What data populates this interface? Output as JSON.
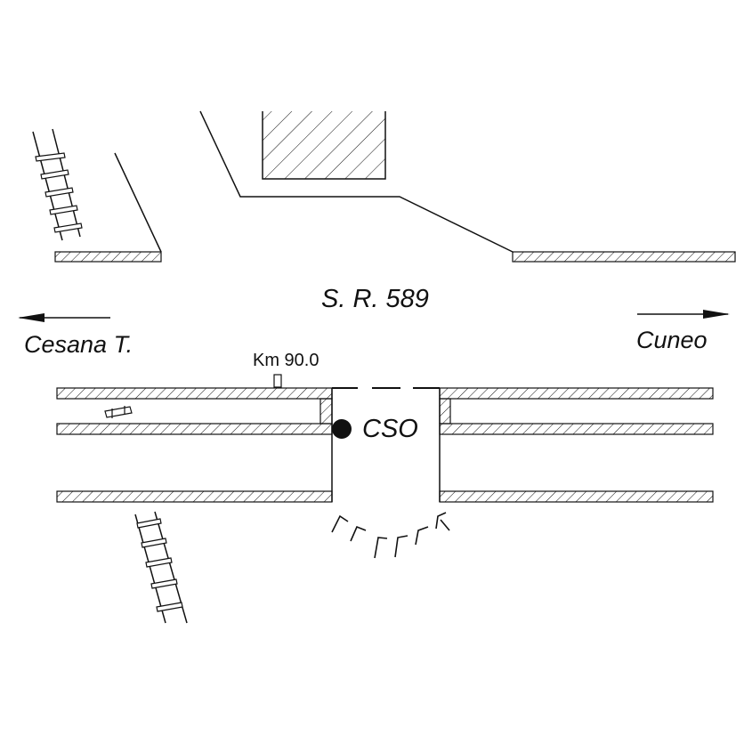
{
  "road": {
    "name": "S. R. 589"
  },
  "destinations": {
    "west": "Cesana T.",
    "east": "Cuneo"
  },
  "milestone": {
    "label": "Km 90.0"
  },
  "station": {
    "code": "CSO"
  },
  "colors": {
    "ink": "#111111",
    "background": "#ffffff"
  },
  "icons": [
    "arrow-left-icon",
    "arrow-right-icon",
    "station-marker-icon",
    "railway-track-icon"
  ]
}
